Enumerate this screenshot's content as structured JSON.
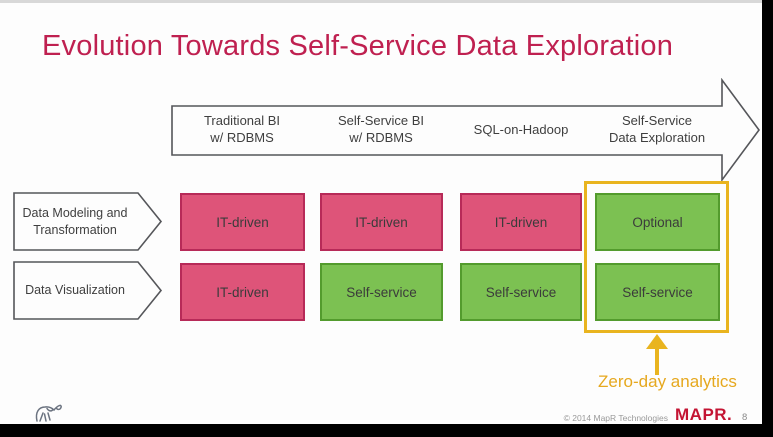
{
  "title": "Evolution Towards Self-Service Data Exploration",
  "banner": {
    "columns": [
      {
        "label": "Traditional BI\nw/ RDBMS"
      },
      {
        "label": "Self-Service BI\nw/ RDBMS"
      },
      {
        "label": "SQL-on-Hadoop"
      },
      {
        "label": "Self-Service\nData Exploration"
      }
    ]
  },
  "rows": [
    {
      "label": "Data Modeling and\nTransformation"
    },
    {
      "label": "Data Visualization"
    }
  ],
  "grid": {
    "cells": [
      {
        "row": "Data Modeling and Transformation",
        "column": "Traditional BI w/ RDBMS",
        "label": "IT-driven",
        "variant": "pink"
      },
      {
        "row": "Data Modeling and Transformation",
        "column": "Self-Service BI w/ RDBMS",
        "label": "IT-driven",
        "variant": "pink"
      },
      {
        "row": "Data Modeling and Transformation",
        "column": "SQL-on-Hadoop",
        "label": "IT-driven",
        "variant": "pink"
      },
      {
        "row": "Data Modeling and Transformation",
        "column": "Self-Service Data Exploration",
        "label": "Optional",
        "variant": "green"
      },
      {
        "row": "Data Visualization",
        "column": "Traditional BI w/ RDBMS",
        "label": "IT-driven",
        "variant": "pink"
      },
      {
        "row": "Data Visualization",
        "column": "Self-Service BI w/ RDBMS",
        "label": "Self-service",
        "variant": "green"
      },
      {
        "row": "Data Visualization",
        "column": "SQL-on-Hadoop",
        "label": "Self-service",
        "variant": "green"
      },
      {
        "row": "Data Visualization",
        "column": "Self-Service Data Exploration",
        "label": "Self-service",
        "variant": "green"
      }
    ]
  },
  "annotation": {
    "label": "Zero-day analytics"
  },
  "footer": {
    "copyright": "© 2014 MapR Technologies",
    "logo": "MAPR.",
    "page": "8"
  },
  "colors": {
    "title_crimson": "#bf2050",
    "cell_pink_fill": "#de5479",
    "cell_pink_border": "#b72a58",
    "cell_green_fill": "#7cc152",
    "cell_green_border": "#539b2d",
    "highlight_gold": "#e9b41f",
    "annotation_gold": "#e6a81e",
    "logo_red": "#c41433",
    "shape_outline_gray": "#55565a"
  }
}
